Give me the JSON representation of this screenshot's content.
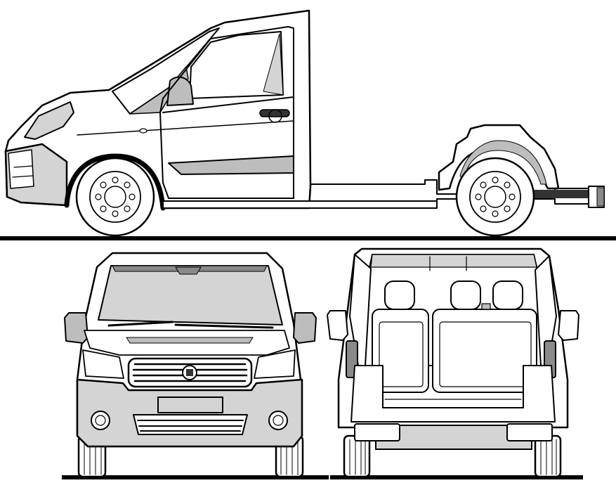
{
  "drawing": {
    "views": [
      "side",
      "front",
      "rear"
    ],
    "colors": {
      "background": "#ffffff",
      "outline": "#000000",
      "panel_fill": "#ffffff",
      "shade_light": "#d4d4d4",
      "shade_mid": "#bdbdbd",
      "shade_dark": "#8a8a8a",
      "ground": "#000000"
    },
    "front_badge_text": ""
  }
}
